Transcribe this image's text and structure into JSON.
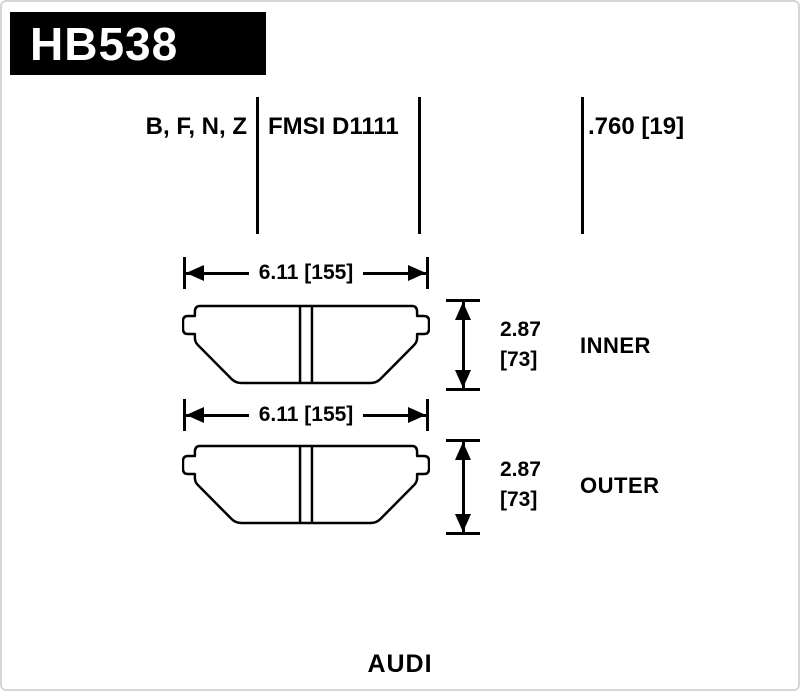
{
  "part": {
    "number": "HB538"
  },
  "specs": {
    "compounds": "B, F, N, Z",
    "fmsi": "FMSI D1111",
    "thickness": ".760 [19]"
  },
  "inner_pad": {
    "width": "6.11 [155]",
    "height_value": "2.87",
    "height_mm": "[73]",
    "label": "INNER"
  },
  "outer_pad": {
    "width": "6.11 [155]",
    "height_value": "2.87",
    "height_mm": "[73]",
    "label": "OUTER"
  },
  "vehicle": {
    "make": "AUDI"
  },
  "colors": {
    "banner_bg": "#000000",
    "banner_text": "#ffffff",
    "line": "#000000",
    "page_bg": "#ffffff"
  }
}
